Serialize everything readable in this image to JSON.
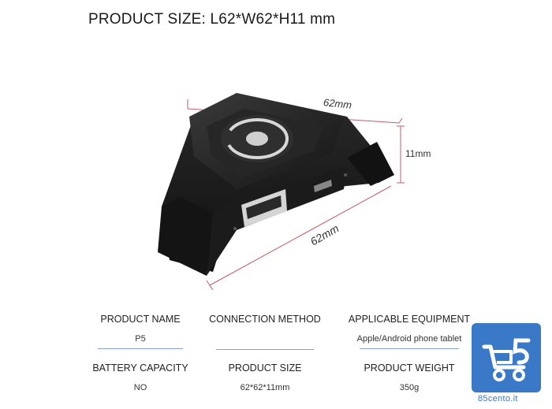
{
  "title": "PRODUCT SIZE: L62*W62*H11 mm",
  "dimensions": {
    "length": "62mm",
    "height": "11mm",
    "width": "62mm"
  },
  "specs": {
    "product_name": {
      "label": "PRODUCT NAME",
      "value": "P5"
    },
    "connection_method": {
      "label": "CONNECTION METHOD",
      "value": ""
    },
    "applicable_equipment": {
      "label": "APPLICABLE EQUIPMENT",
      "value": "Apple/Android phone tablet"
    },
    "battery_capacity": {
      "label": "BATTERY CAPACITY",
      "value": "NO"
    },
    "product_size": {
      "label": "PRODUCT SIZE",
      "value": "62*62*11mm"
    },
    "product_weight": {
      "label": "PRODUCT WEIGHT",
      "value": "350g"
    }
  },
  "logo": {
    "caption": "85cento.it",
    "icon": "shopping-cart-85-logo"
  },
  "colors": {
    "accent": "#3a78c8",
    "device": "#1c1c1c",
    "dimension_line": "#c85a6a"
  }
}
